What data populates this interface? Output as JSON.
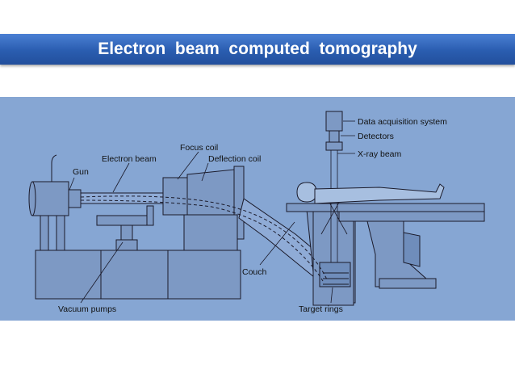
{
  "title": "Electron  beam  computed  tomography",
  "colors": {
    "title_bar": "#2a5db0",
    "diagram_bg": "#86a6d3",
    "machine_fill": "#7d99c4",
    "line": "#1a1a2a"
  },
  "labels": {
    "data_acquisition": "Data acquisition system",
    "detectors": "Detectors",
    "xray_beam": "X-ray beam",
    "focus_coil": "Focus coil",
    "electron_beam": "Electron beam",
    "deflection_coil": "Deflection coil",
    "gun": "Gun",
    "couch": "Couch",
    "vacuum_pumps": "Vacuum pumps",
    "target_rings": "Target rings"
  }
}
